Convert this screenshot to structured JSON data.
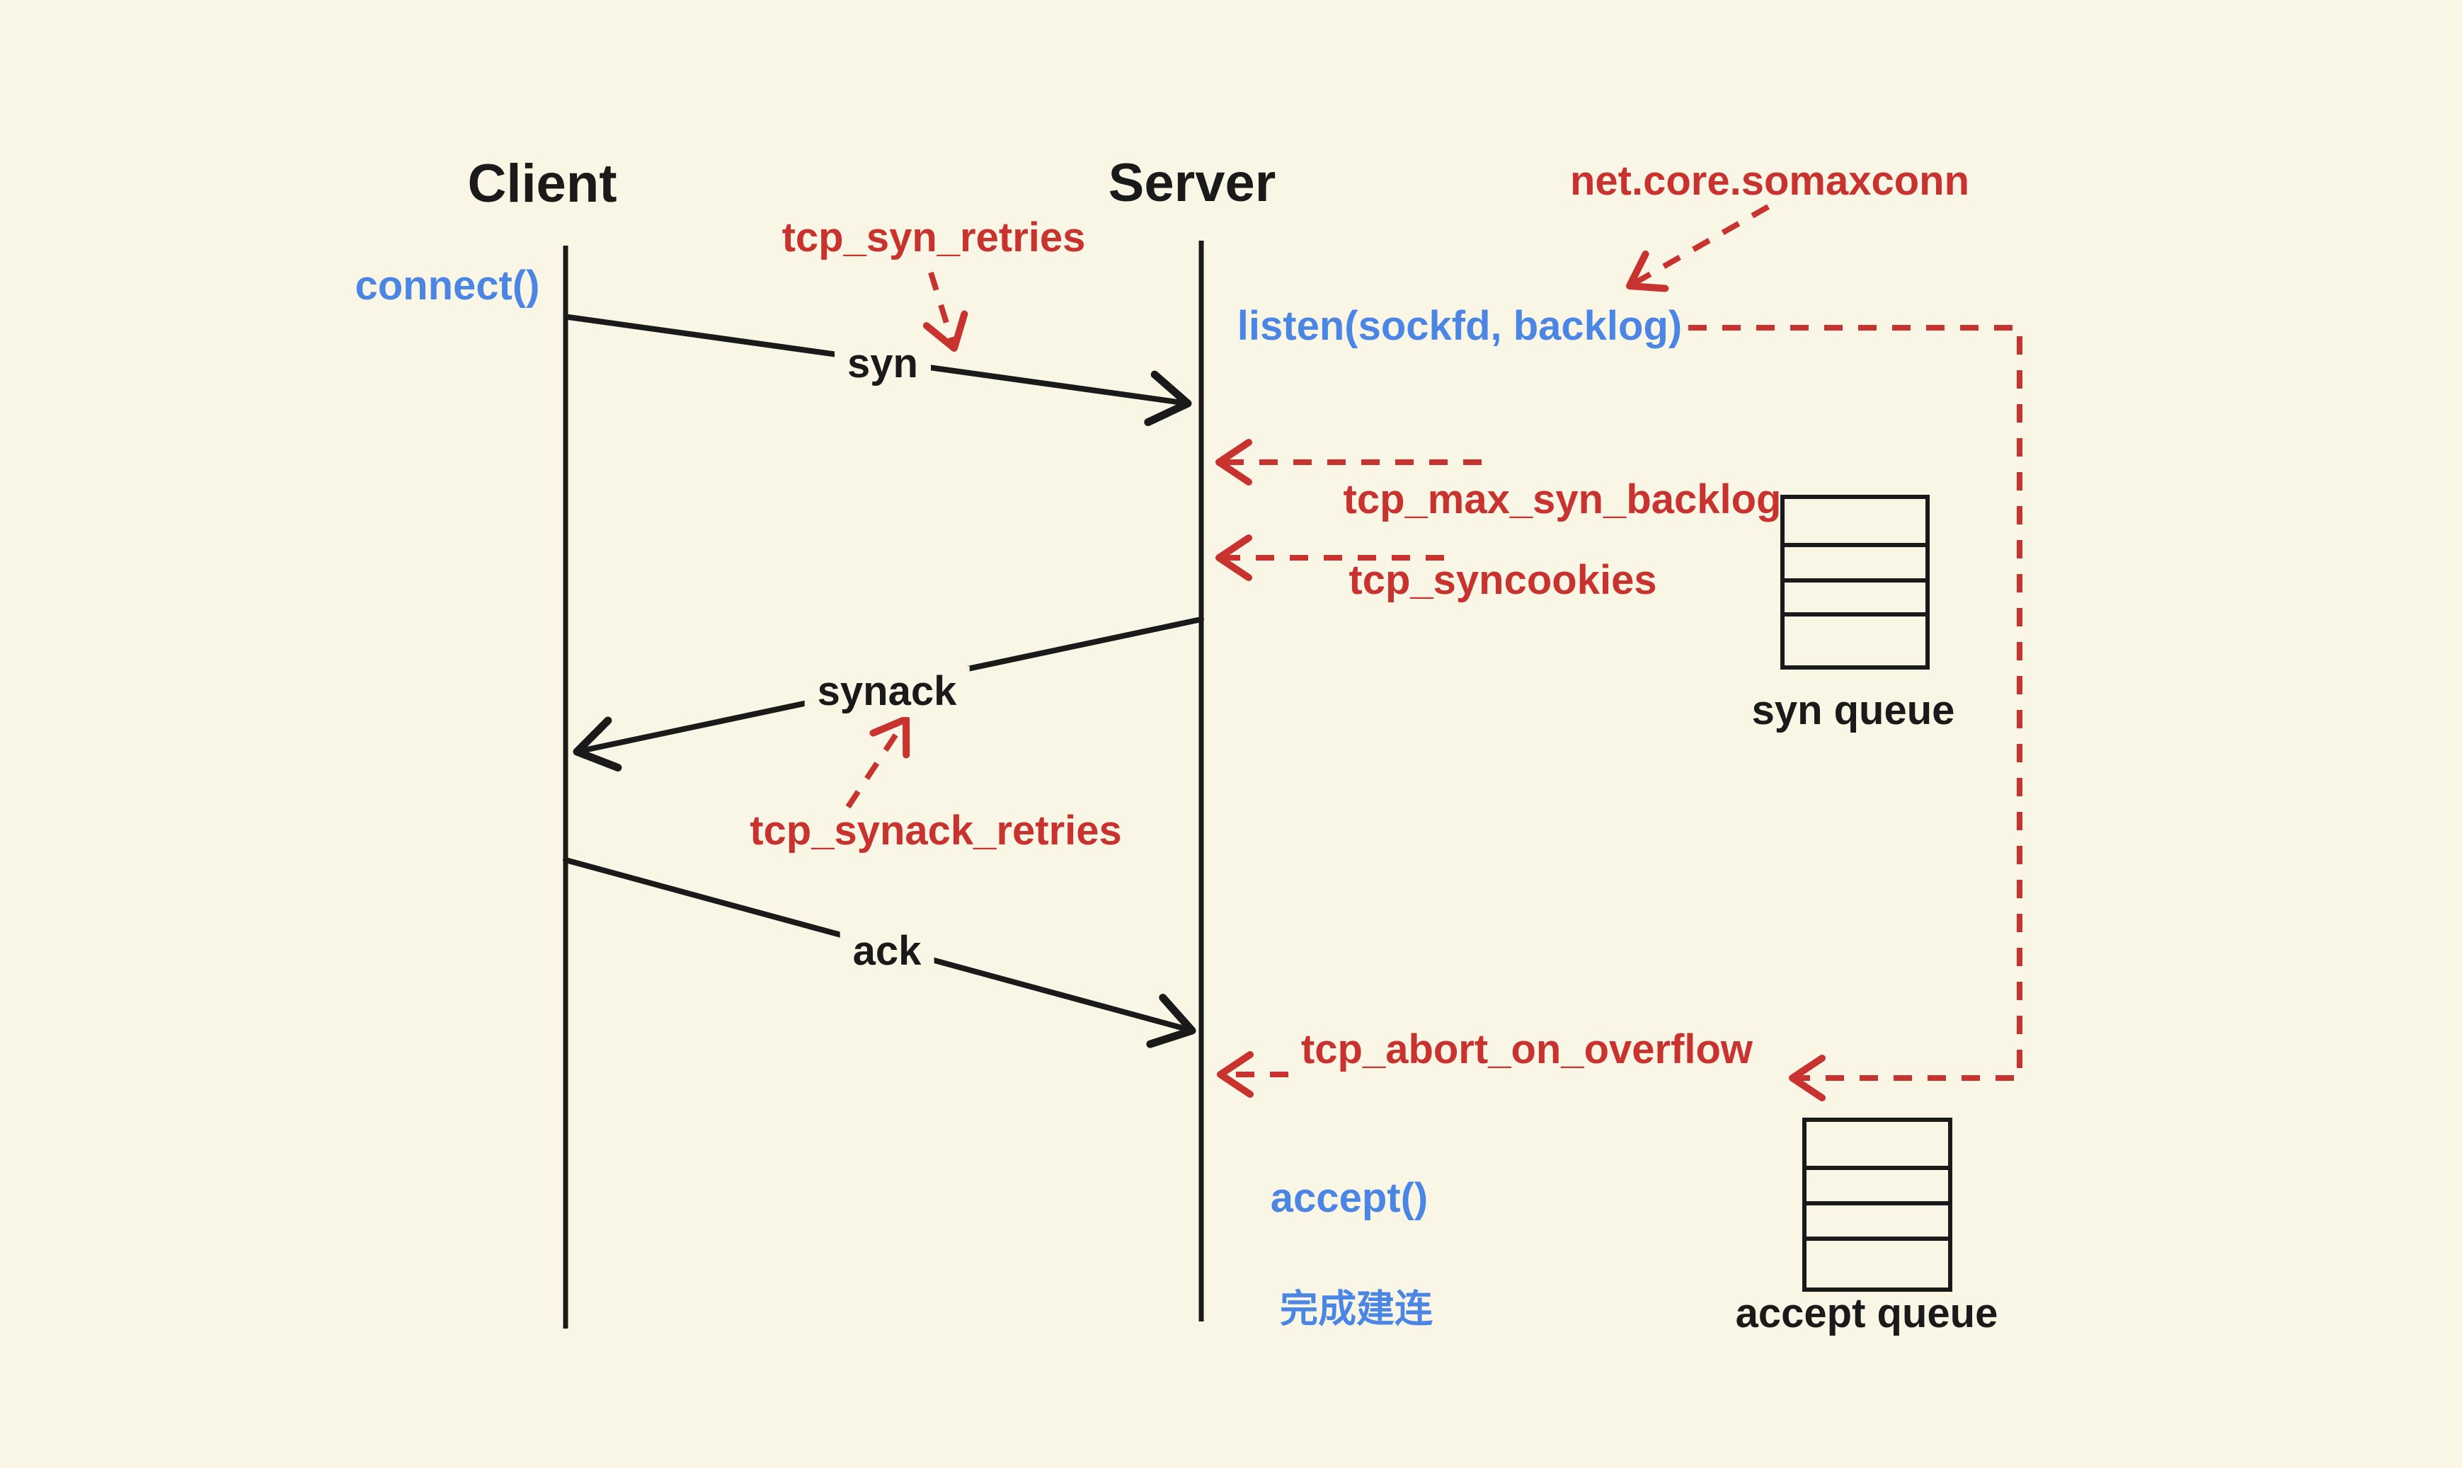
{
  "colors": {
    "background": "#FAF6E6",
    "red": "#C8332F",
    "blue": "#4C86E4",
    "ink": "#1A1A1A"
  },
  "participants": {
    "client": "Client",
    "server": "Server"
  },
  "client_calls": {
    "connect": "connect()"
  },
  "server_calls": {
    "listen": "listen(sockfd, backlog)",
    "accept": "accept()",
    "established": "完成建连"
  },
  "messages": {
    "syn": "syn",
    "synack": "synack",
    "ack": "ack"
  },
  "kernel_params": {
    "tcp_syn_retries": "tcp_syn_retries",
    "net_core_somaxconn": "net.core.somaxconn",
    "tcp_max_syn_backlog": "tcp_max_syn_backlog",
    "tcp_syncookies": "tcp_syncookies",
    "tcp_synack_retries": "tcp_synack_retries",
    "tcp_abort_on_overflow": "tcp_abort_on_overflow"
  },
  "queues": {
    "syn_queue": "syn queue",
    "accept_queue": "accept queue"
  }
}
